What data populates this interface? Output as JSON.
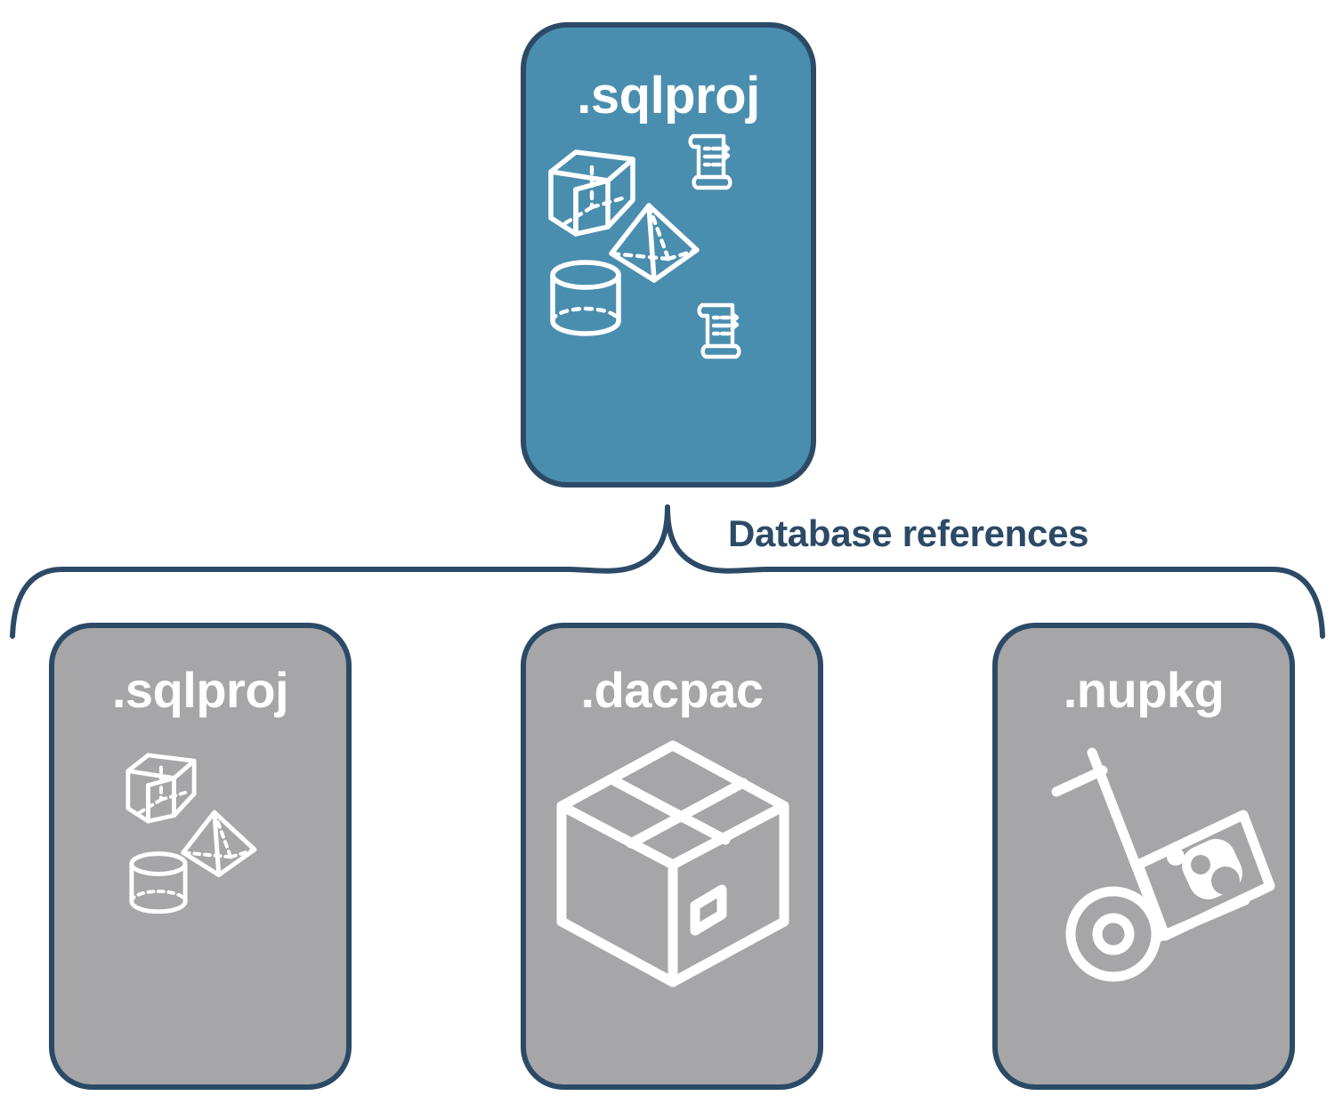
{
  "diagram": {
    "title_semantic": "sql-project-database-references-diagram",
    "colors": {
      "accent_teal": "#4A8EAF",
      "card_gray": "#A6A6A8",
      "outline_navy": "#2C4A66",
      "icon_white": "#FFFFFF",
      "background": "#FFFFFF"
    }
  },
  "top_card": {
    "label": ".sqlproj",
    "icons": [
      "wireframe-cube-icon",
      "wireframe-pyramid-icon",
      "wireframe-cylinder-icon",
      "script-scroll-icon",
      "script-scroll-icon"
    ]
  },
  "connector": {
    "label": "Database references"
  },
  "reference_cards": [
    {
      "label": ".sqlproj",
      "icons": [
        "wireframe-cube-icon",
        "wireframe-pyramid-icon",
        "wireframe-cylinder-icon"
      ]
    },
    {
      "label": ".dacpac",
      "icons": [
        "shipping-box-icon"
      ]
    },
    {
      "label": ".nupkg",
      "icons": [
        "hand-truck-icon",
        "nuget-package-icon"
      ]
    }
  ]
}
